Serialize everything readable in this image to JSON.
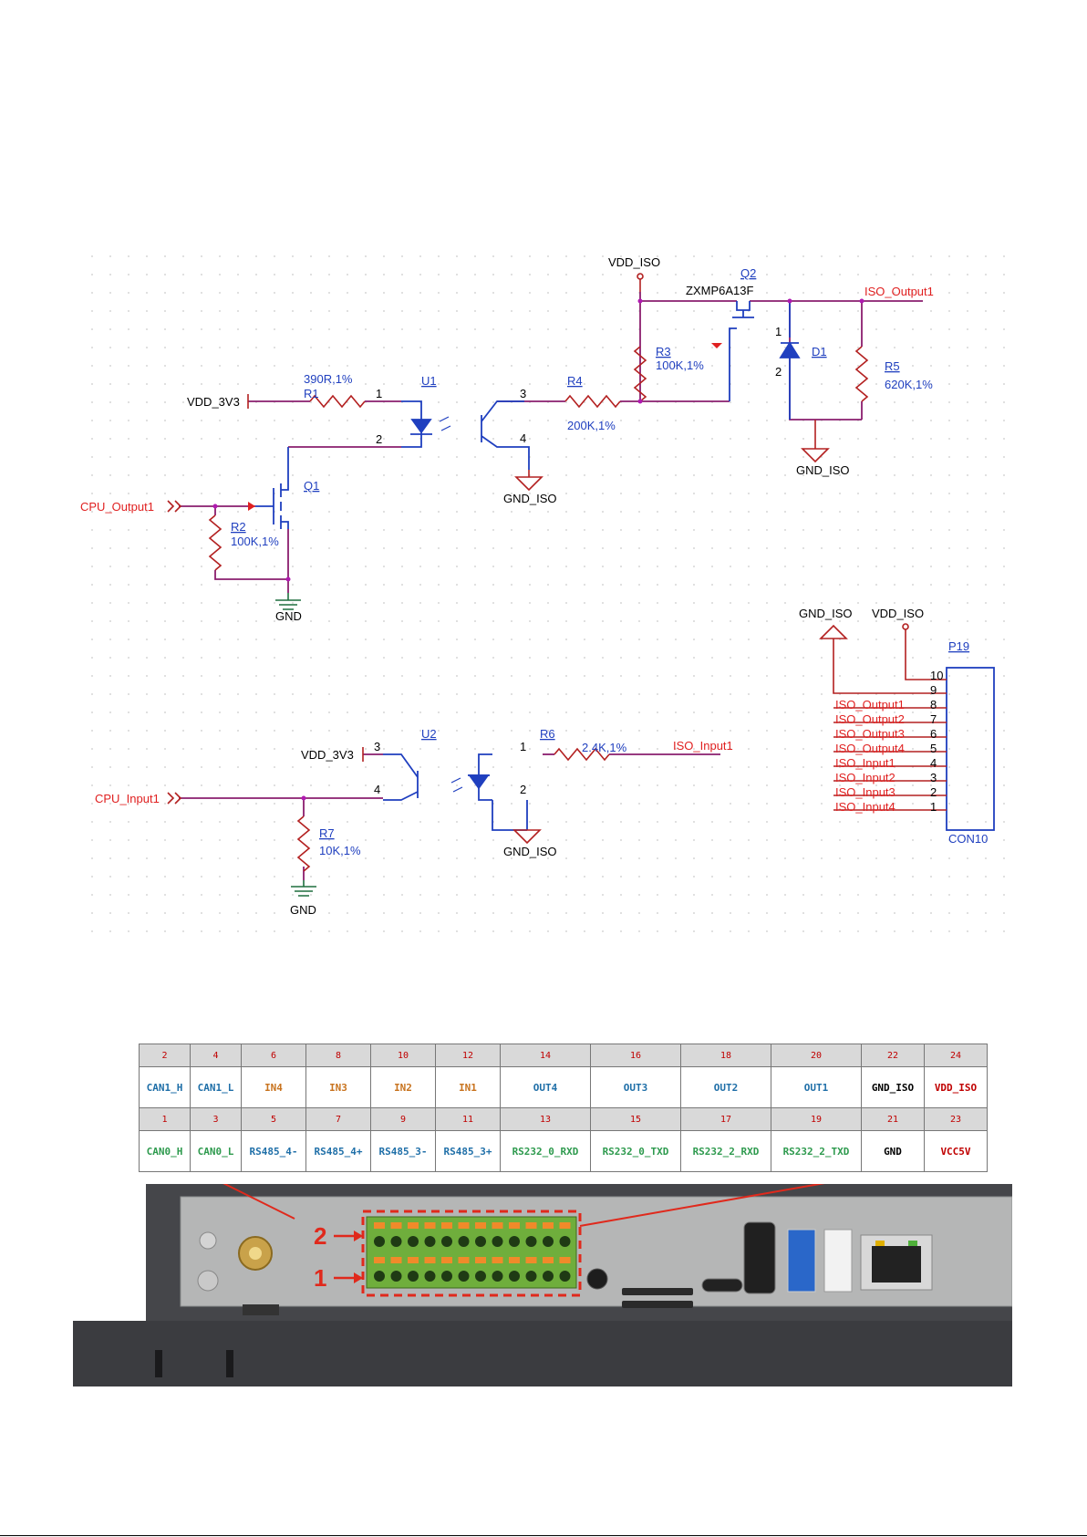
{
  "schematic": {
    "nets": {
      "vdd_iso_top": "VDD_ISO",
      "iso_output1": "ISO_Output1",
      "vdd_3v3_a": "VDD_3V3",
      "cpu_output1": "CPU_Output1",
      "gnd_a": "GND",
      "gnd_iso_u1": "GND_ISO",
      "gnd_iso_d1": "GND_ISO",
      "vdd_3v3_b": "VDD_3V3",
      "cpu_input1": "CPU_Input1",
      "gnd_b": "GND",
      "gnd_iso_u2": "GND_ISO",
      "iso_input1": "ISO_Input1",
      "gnd_iso_p19": "GND_ISO",
      "vdd_iso_p19": "VDD_ISO"
    },
    "parts": {
      "r1_ref": "R1",
      "r1_val": "390R,1%",
      "u1_ref": "U1",
      "r4_ref": "R4",
      "r4_val": "200K,1%",
      "r3_ref": "R3",
      "r3_val": "100K,1%",
      "q2_ref": "Q2",
      "q2_val": "ZXMP6A13F",
      "d1_ref": "D1",
      "r5_ref": "R5",
      "r5_val": "620K,1%",
      "q1_ref": "Q1",
      "r2_ref": "R2",
      "r2_val": "100K,1%",
      "u2_ref": "U2",
      "r6_ref": "R6",
      "r6_val": "2.4K,1%",
      "r7_ref": "R7",
      "r7_val": "10K,1%",
      "p19_ref": "P19",
      "p19_val": "CON10"
    },
    "pin_numbers": {
      "u1_p1": "1",
      "u1_p2": "2",
      "u1_p3": "3",
      "u1_p4": "4",
      "d1_p1": "1",
      "d1_p2": "2",
      "u2_p1": "1",
      "u2_p2": "2",
      "u2_p3": "3",
      "u2_p4": "4"
    },
    "p19_pins": [
      {
        "num": "10",
        "net": ""
      },
      {
        "num": "9",
        "net": ""
      },
      {
        "num": "8",
        "net": "ISO_Output1"
      },
      {
        "num": "7",
        "net": "ISO_Output2"
      },
      {
        "num": "6",
        "net": "ISO_Output3"
      },
      {
        "num": "5",
        "net": "ISO_Output4"
      },
      {
        "num": "4",
        "net": "ISO_Input1"
      },
      {
        "num": "3",
        "net": "ISO_Input2"
      },
      {
        "num": "2",
        "net": "ISO_Input3"
      },
      {
        "num": "1",
        "net": "ISO_Input4"
      }
    ]
  },
  "pin_table": {
    "top_numbers": [
      "2",
      "4",
      "6",
      "8",
      "10",
      "12",
      "14",
      "16",
      "18",
      "20",
      "22",
      "24"
    ],
    "top_signals": [
      "CAN1_H",
      "CAN1_L",
      "IN4",
      "IN3",
      "IN2",
      "IN1",
      "OUT4",
      "OUT3",
      "OUT2",
      "OUT1",
      "GND_ISO",
      "VDD_ISO"
    ],
    "bottom_numbers": [
      "1",
      "3",
      "5",
      "7",
      "9",
      "11",
      "13",
      "15",
      "17",
      "19",
      "21",
      "23"
    ],
    "bottom_signals": [
      "CAN0_H",
      "CAN0_L",
      "RS485_4-",
      "RS485_4+",
      "RS485_3-",
      "RS485_3+",
      "RS232_0_RXD",
      "RS232_0_TXD",
      "RS232_2_RXD",
      "RS232_2_TXD",
      "GND",
      "VCC5V"
    ],
    "colors": {
      "can1": "#1f6fa8",
      "in": "#c8731e",
      "out": "#1f6fa8",
      "bottom": "#2e9a4e",
      "gnd": "#000000",
      "power": "#c00000"
    }
  },
  "photo": {
    "row_label_2": "2",
    "row_label_1": "1"
  }
}
